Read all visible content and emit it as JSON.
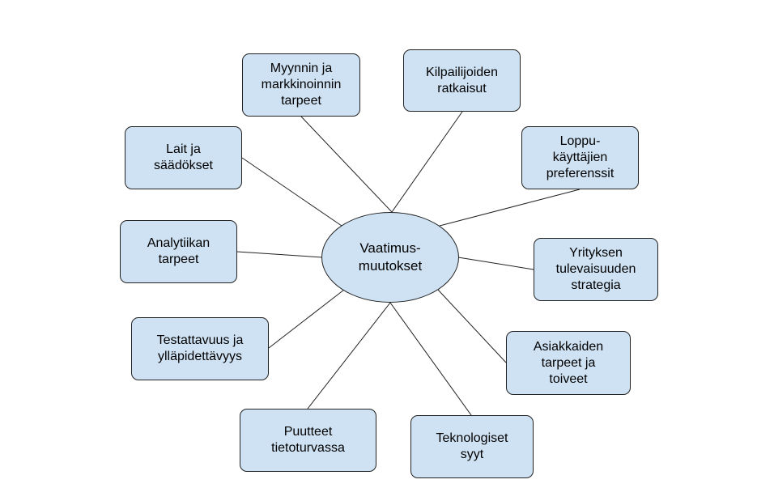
{
  "center": {
    "label": "Vaatimus-\nmuutokset"
  },
  "nodes": [
    {
      "label": "Myynnin ja\nmarkkinoinnin\ntarpeet"
    },
    {
      "label": "Kilpailijoiden\nratkaisut"
    },
    {
      "label": "Loppu-\nkäyttäjien\npreferenssit"
    },
    {
      "label": "Lait ja\nsäädökset"
    },
    {
      "label": "Analytiikan\ntarpeet"
    },
    {
      "label": "Yrityksen\ntulevaisuuden\nstrategia"
    },
    {
      "label": "Testattavuus ja\nylläpidettävyys"
    },
    {
      "label": "Asiakkaiden\ntarpeet ja\ntoiveet"
    },
    {
      "label": "Puutteet\ntietoturvassa"
    },
    {
      "label": "Teknologiset\nsyyt"
    }
  ],
  "colors": {
    "fill": "#cfe2f3",
    "stroke": "#222222"
  }
}
